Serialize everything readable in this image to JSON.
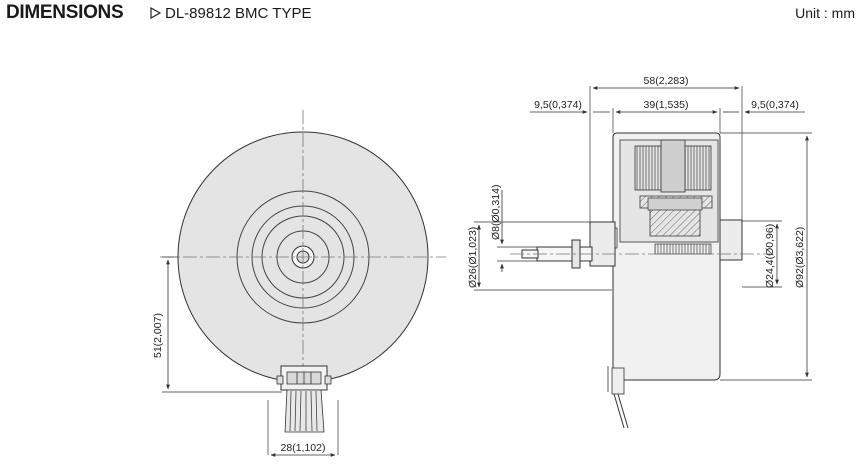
{
  "header": {
    "title": "DIMENSIONS",
    "subtitle": "DL-89812 BMC TYPE",
    "unit": "Unit : mm"
  },
  "dimensions": {
    "front_height": "51(2,007)",
    "front_width": "28(1,102)",
    "overall_length": "58(2,283)",
    "left_flange": "9,5(0,374)",
    "body_length": "39(1,535)",
    "right_flange": "9,5(0,374)",
    "shaft_dia": "Ø8(Ø0,314)",
    "boss_dia": "Ø26(Ø1,023)",
    "bearing_dia": "Ø24,4(Ø0,96)",
    "outer_dia": "Ø92(Ø3,622)"
  },
  "colors": {
    "line": "#333333",
    "fill_light": "#dcdcdc",
    "fill_mid": "#b5b5b5",
    "center_line": "#777777"
  }
}
